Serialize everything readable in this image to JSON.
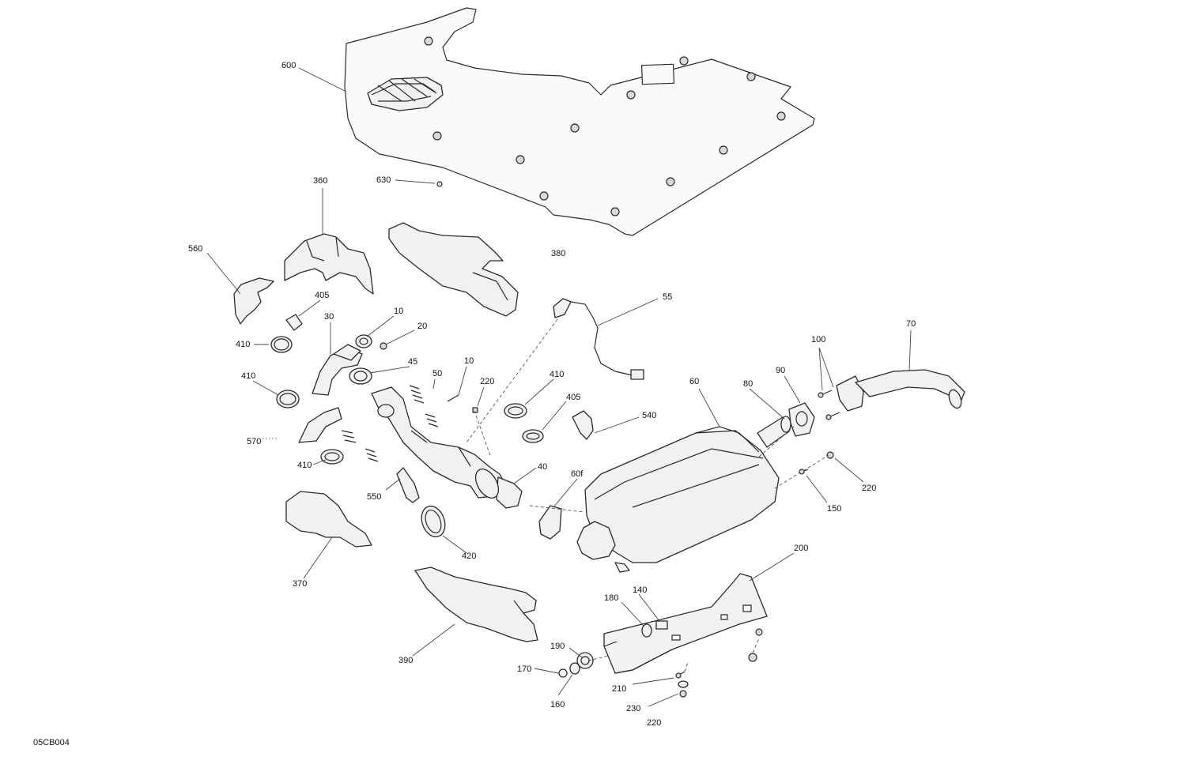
{
  "diagram": {
    "code": "05CB004",
    "callouts": {
      "c600": "600",
      "c630": "630",
      "c360": "360",
      "c380": "380",
      "c560": "560",
      "c405a": "405",
      "c10a": "10",
      "c20": "20",
      "c30": "30",
      "c410a": "410",
      "c410b": "410",
      "c45": "45",
      "c50": "50",
      "c10b": "10",
      "c220a": "220",
      "c55": "55",
      "c410c": "410",
      "c405b": "405",
      "c540": "540",
      "c570": "570",
      "c410d": "410",
      "c550": "550",
      "c40": "40",
      "c60f": "60f",
      "c420": "420",
      "c370": "370",
      "c390": "390",
      "c60": "60",
      "c80": "80",
      "c90": "90",
      "c100": "100",
      "c70": "70",
      "c220b": "220",
      "c150": "150",
      "c200": "200",
      "c180": "180",
      "c140": "140",
      "c190": "190",
      "c170": "170",
      "c160": "160",
      "c210": "210",
      "c230": "230",
      "c220c": "220"
    }
  }
}
